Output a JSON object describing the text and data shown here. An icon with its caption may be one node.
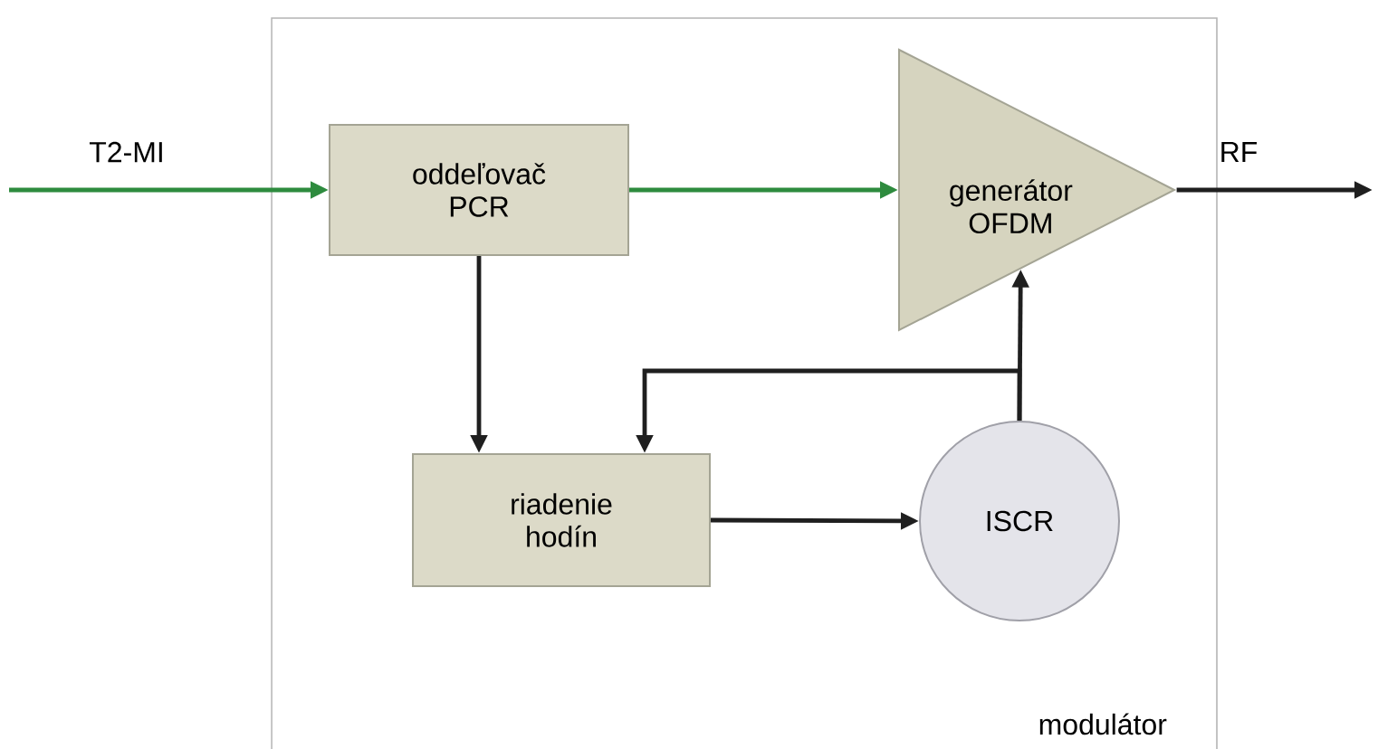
{
  "diagram": {
    "nodes": [
      {
        "text": [
          "modulátor"
        ]
      },
      {
        "text": [
          "oddeľovač PCR"
        ],
        "in": 0
      },
      {
        "text": [
          "generátor OFDM"
        ],
        "in": 0
      },
      {
        "text": [
          "riadenie hodín"
        ],
        "in": 0
      },
      {
        "text": [
          "ISCR"
        ],
        "in": 0
      }
    ],
    "edges": [
      {
        "from": null,
        "to": 1,
        "arrow": "to",
        "label": "T2-MI",
        "color": "#2e8b3e"
      },
      {
        "from": 1,
        "to": 2,
        "arrow": "to",
        "color": "#2e8b3e"
      },
      {
        "from": 2,
        "to": null,
        "arrow": "to",
        "label": "RF"
      },
      {
        "from": 1,
        "to": 3,
        "arrow": "to"
      },
      {
        "from": 3,
        "to": 4,
        "arrow": "to"
      },
      {
        "from": 4,
        "to": 2,
        "arrow": "to"
      },
      {
        "from": 4,
        "to": 3,
        "arrow": "to"
      }
    ]
  }
}
